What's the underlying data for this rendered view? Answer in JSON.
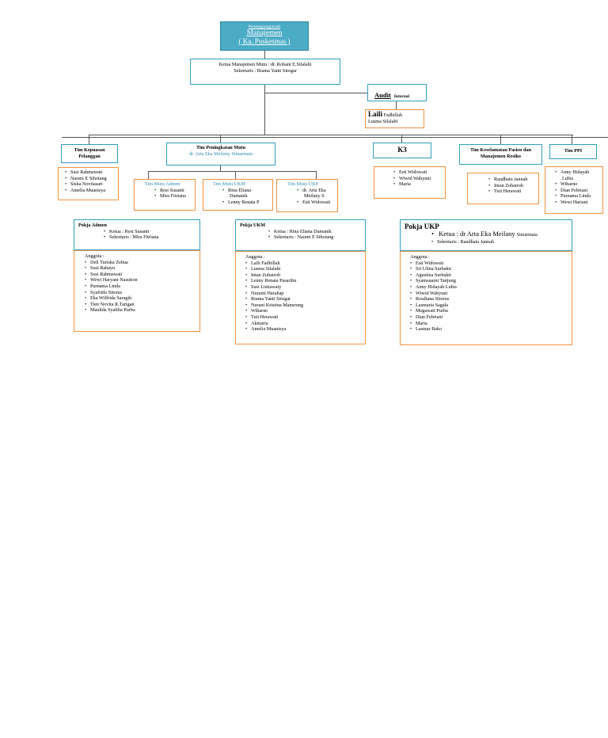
{
  "top": {
    "label": "Penanggungjawab",
    "title": "Manajemen",
    "subtitle": "( Ka. Puskesmas )"
  },
  "ketua_box": {
    "line1": "Ketua Manajemen Mutu : dr. Rohani E.Silalahi",
    "line2": "Sekretaris   : Riama Yanti Siregar"
  },
  "audit": {
    "title": "Audit",
    "title_small": "Internal",
    "member_big": "Laili",
    "member1_rest": "Fadhillah",
    "member2": "Lusma Silalahi"
  },
  "kepuasan": {
    "title": "Tim Kepuasan Pelanggan",
    "members": [
      "Susi Rahmawati",
      "Naomi E Sihotang",
      "Siska Novitasari",
      "Amelia Muanisya"
    ]
  },
  "mutu": {
    "title": "Tim Peningkatan Mutu",
    "subtitle": "dr. Arta Eka Meilany Simarmata",
    "admen": {
      "title": "Tim Mutu Admen",
      "members": [
        "Resi Susanti",
        "Mira Fitriana"
      ]
    },
    "ukm": {
      "title": "Tim Mutu UKM",
      "members": [
        "Rina Eliana Damanik",
        "Lenny Renata P"
      ]
    },
    "ukp": {
      "title": "Tim Mutu UKP",
      "members": [
        "dr. Arta Eka Meilany S",
        "Esti Widowati"
      ]
    }
  },
  "k3": {
    "title": "K3",
    "members": [
      "Esti Widowati",
      "Wiwid Wahyuni",
      "Maria"
    ]
  },
  "keselamatan": {
    "title": "Tim Keselamatan Pasien dan Manajemen Resiko",
    "members": [
      "Raudhatu Jannah",
      "Intan Zuhairoh",
      "Tuti Herawati"
    ]
  },
  "ppi": {
    "title": "Tim PPI",
    "members": [
      "Anny  Hidayah Lubis",
      "Wiharno",
      "Dian Febriani",
      "Purnama Linda",
      "Wewi Hariani"
    ]
  },
  "pokja_admen": {
    "title": "Pokja Admen",
    "ketua": "Ketua : Resi Susanti",
    "sekretaris": "Sekretaris : Mira Fitriana",
    "anggota_label": "Anggota :",
    "members": [
      "Deli Turiska Zebua",
      "Susi Rahayu",
      "Susi Rahmawati",
      "Wewi Haryani Nasution",
      "Purnama Linda",
      "Syafrida Sitorus",
      "Eka Wilfrida Saragih",
      "Tien Novita R.Tarigan",
      "Maulida Syablia Purba"
    ]
  },
  "pokja_ukm": {
    "title": "Pokja UKM",
    "ketua": "Ketua : Rina Eliana Damanik",
    "sekretaris": "Sekretaris : Naomi E Sihotang",
    "anggota_label": "Anggota :",
    "members": [
      "Laili Fadhillah",
      "Lusma Silalahi",
      "Intan Zuhairoh",
      "Lenny Renata Pasaribu",
      "Susi Listiawaty",
      "Nuraini Harahap",
      "Riama Yanti Siregar",
      "Nurani Kristina Manurung",
      "Wiharno",
      "Tuti Herawati",
      "Akmaria",
      "Amelia Muanisya"
    ]
  },
  "pokja_ukp": {
    "title": "Pokja UKP",
    "ketua_big": "Ketua : dr Arta Eka Meilany",
    "ketua_small": "Simarmata",
    "sekretaris": "Sekretaris : Raudhatu Jannah",
    "anggota_label": "Anggota :",
    "members": [
      "Esti Widowati",
      "Sri Ulina Surbakti",
      "Agustina Surbakti",
      "Syamsuarni Tanjung",
      "Anny Hidayah Lubis",
      "Wiwid Wahyuni",
      "Rosdiana Sitorus",
      "Lasmaria Sagala",
      "Megawati Purba",
      "Dian Febriani",
      "Maria",
      "Lasmar Bako"
    ]
  },
  "colors": {
    "teal_border": "#2e9fbf",
    "orange_border": "#f0933e",
    "top_fill": "#4bacc6"
  }
}
